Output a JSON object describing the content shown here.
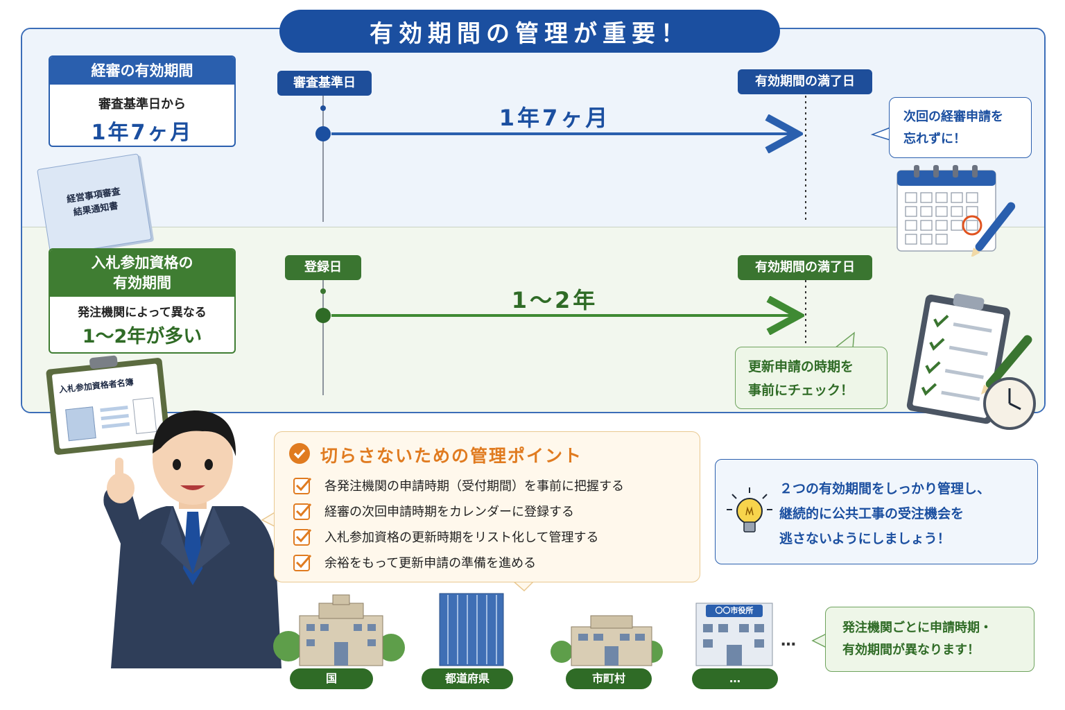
{
  "title": "有効期間の管理が重要！",
  "keishin": {
    "header": "経審の有効期間",
    "line1": "審査基準日から",
    "line2": "1年7ヶ月",
    "start_label": "審査基準日",
    "end_label": "有効期間の満了日",
    "span_label": "1年7ヶ月",
    "document": [
      "経営事項審査",
      "結果通知書"
    ],
    "bubble": [
      "次回の経審申請を",
      "忘れずに！"
    ]
  },
  "nyusatsu": {
    "header": [
      "入札参加資格の",
      "有効期間"
    ],
    "line1": "発注機関によって異なる",
    "line2": "1～2年が多い",
    "start_label": "登録日",
    "end_label": "有効期間の満了日",
    "span_label": "1～2年",
    "document": "入札参加資格者名簿",
    "bubble": [
      "更新申請の時期を",
      "事前にチェック！"
    ]
  },
  "points": {
    "title": "切らさないための管理ポイント",
    "items": [
      "各発注機関の申請時期（受付期間）を事前に把握する",
      "経審の次回申請時期をカレンダーに登録する",
      "入札参加資格の更新時期をリスト化して管理する",
      "余裕をもって更新申請の準備を進める"
    ]
  },
  "tip": [
    "２つの有効期間をしっかり管理し、",
    "継続的に公共工事の受注機会を",
    "逃さないようにしましょう！"
  ],
  "organizations": [
    "国",
    "都道府県",
    "市町村",
    "…"
  ],
  "city_hall_sign": "〇〇市役所",
  "ellipsis": "…",
  "org_bubble": [
    "発注機関ごとに申請時期・",
    "有効期間が異なります！"
  ],
  "colors": {
    "blue": "#1b4fa0",
    "green": "#3a7530",
    "orange": "#e07b20"
  }
}
